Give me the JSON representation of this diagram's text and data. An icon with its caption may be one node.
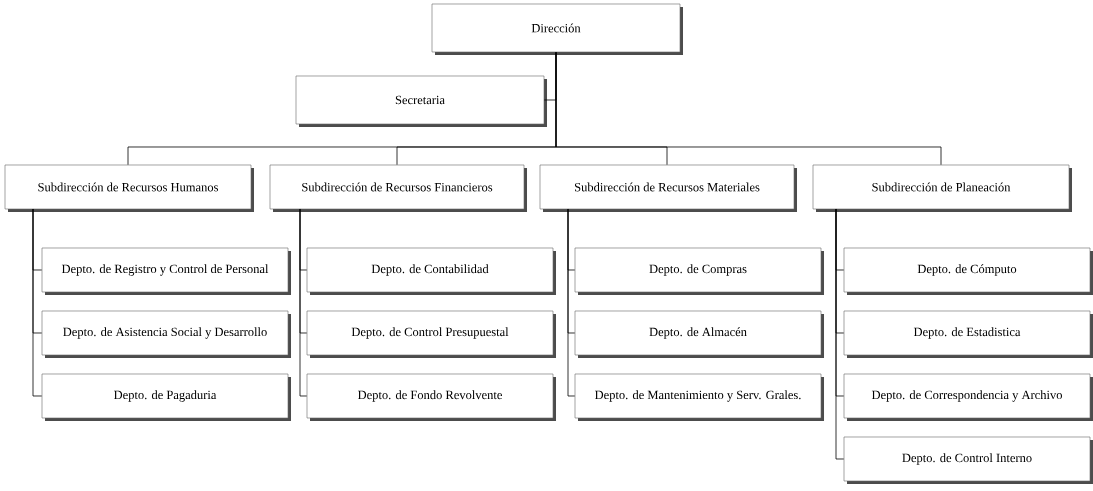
{
  "diagram": {
    "nodes": [
      {
        "text": [
          "Dirección"
        ]
      },
      {
        "text": [
          "Secretaria"
        ]
      },
      {
        "text": [
          "Subdirección de Recursos Humanos"
        ]
      },
      {
        "text": [
          "Subdirección de Recursos Financieros"
        ]
      },
      {
        "text": [
          "Subdirección de Recursos Materiales"
        ]
      },
      {
        "text": [
          "Subdirección de Planeación"
        ]
      },
      {
        "text": [
          "Depto. de Registro y Control de Personal"
        ]
      },
      {
        "text": [
          "Depto. de Asistencia Social y Desarrollo"
        ]
      },
      {
        "text": [
          "Depto. de Pagaduria"
        ]
      },
      {
        "text": [
          "Depto. de Contabilidad"
        ]
      },
      {
        "text": [
          "Depto. de Control Presupuestal"
        ]
      },
      {
        "text": [
          "Depto. de Fondo Revolvente"
        ]
      },
      {
        "text": [
          "Depto. de Compras"
        ]
      },
      {
        "text": [
          "Depto. de Almacén"
        ]
      },
      {
        "text": [
          "Depto. de Mantenimiento y Serv. Grales."
        ]
      },
      {
        "text": [
          "Depto. de Cómputo"
        ]
      },
      {
        "text": [
          "Depto. de Estadistica"
        ]
      },
      {
        "text": [
          "Depto. de Correspondencia y Archivo"
        ]
      },
      {
        "text": [
          "Depto. de Control Interno"
        ]
      }
    ],
    "edges": [
      {
        "from": 0,
        "to": 1,
        "arrow": "none"
      },
      {
        "from": 0,
        "to": 2,
        "arrow": "none"
      },
      {
        "from": 0,
        "to": 3,
        "arrow": "none"
      },
      {
        "from": 0,
        "to": 4,
        "arrow": "none"
      },
      {
        "from": 0,
        "to": 5,
        "arrow": "none"
      },
      {
        "from": 2,
        "to": 6,
        "arrow": "none"
      },
      {
        "from": 2,
        "to": 7,
        "arrow": "none"
      },
      {
        "from": 2,
        "to": 8,
        "arrow": "none"
      },
      {
        "from": 3,
        "to": 9,
        "arrow": "none"
      },
      {
        "from": 3,
        "to": 10,
        "arrow": "none"
      },
      {
        "from": 3,
        "to": 11,
        "arrow": "none"
      },
      {
        "from": 4,
        "to": 12,
        "arrow": "none"
      },
      {
        "from": 4,
        "to": 13,
        "arrow": "none"
      },
      {
        "from": 4,
        "to": 14,
        "arrow": "none"
      },
      {
        "from": 5,
        "to": 15,
        "arrow": "none"
      },
      {
        "from": 5,
        "to": 16,
        "arrow": "none"
      },
      {
        "from": 5,
        "to": 17,
        "arrow": "none"
      },
      {
        "from": 5,
        "to": 18,
        "arrow": "none"
      }
    ]
  }
}
